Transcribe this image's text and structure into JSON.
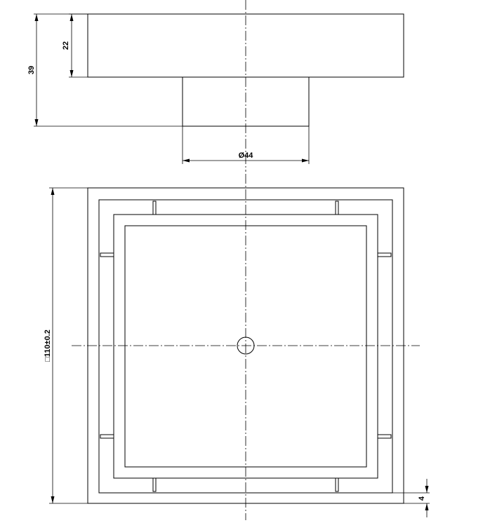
{
  "dimensions": {
    "top_height_inner": "22",
    "top_height_total": "39",
    "outlet_diameter": "Ø44",
    "square_size": "□110±0.2",
    "edge_offset": "4"
  }
}
